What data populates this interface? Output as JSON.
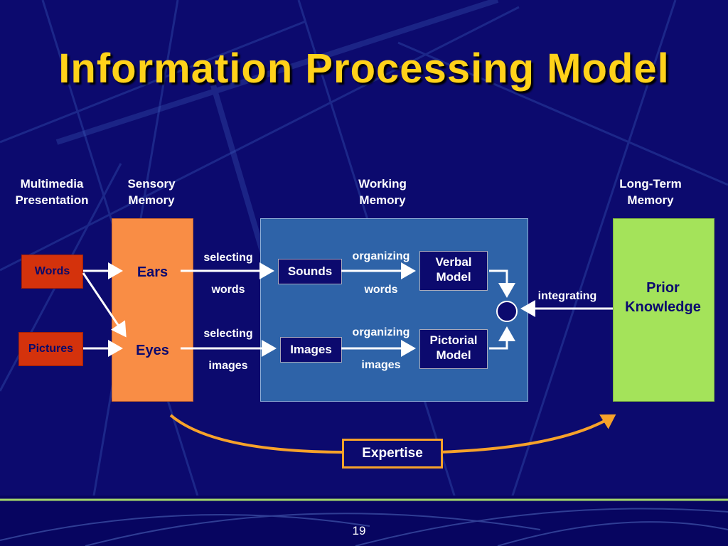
{
  "title": "Information Processing Model",
  "headers": {
    "multimedia": [
      "Multimedia",
      "Presentation"
    ],
    "sensory": [
      "Sensory",
      "Memory"
    ],
    "working": [
      "Working",
      "Memory"
    ],
    "long_term": [
      "Long-Term",
      "Memory"
    ]
  },
  "sources": {
    "words": "Words",
    "pictures": "Pictures"
  },
  "senses": {
    "ears": "Ears",
    "eyes": "Eyes"
  },
  "working_items": {
    "sounds": "Sounds",
    "images": "Images",
    "verbal_model": [
      "Verbal",
      "Model"
    ],
    "pictorial_model": [
      "Pictorial",
      "Model"
    ]
  },
  "processes": {
    "selecting_words": [
      "selecting",
      "words"
    ],
    "selecting_images": [
      "selecting",
      "images"
    ],
    "organizing_words": [
      "organizing",
      "words"
    ],
    "organizing_images": [
      "organizing",
      "images"
    ],
    "integrating": "integrating"
  },
  "prior_knowledge": [
    "Prior",
    "Knowledge"
  ],
  "expertise": "Expertise",
  "slide_number": "19",
  "colors": {
    "background": "#0c0a6e",
    "title": "#ffd21a",
    "sensory_panel": "#f98d45",
    "working_panel": "#2e63a8",
    "long_term_panel": "#a4e35a",
    "source_box": "#d4320c",
    "expertise_arrow": "#f7a22a"
  }
}
